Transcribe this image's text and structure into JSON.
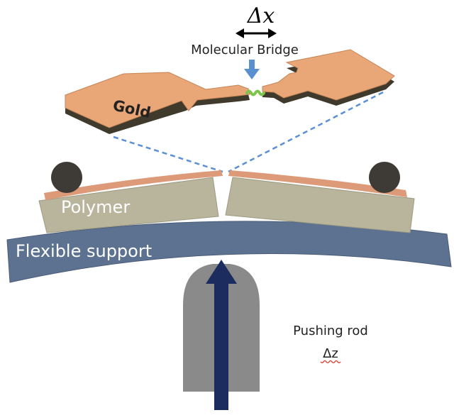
{
  "labels": {
    "delta_x": "Δx",
    "molecular_bridge": "Molecular Bridge",
    "gold": "Gold",
    "polymer": "Polymer",
    "flexible_support": "Flexible support",
    "pushing_rod": "Pushing rod",
    "delta_z": "Δz"
  },
  "colors": {
    "gold_top": "#e9a677",
    "gold_side": "#3f3a2c",
    "bridge": "#7cc44a",
    "dashed": "#5b8fd6",
    "bridge_arrow": "#5a8fd0",
    "ball": "#3e3a35",
    "copper_layer": "#dd9a78",
    "polymer": "#b8b59c",
    "support": "#5d7291",
    "rod_housing": "#8a8a8a",
    "rod_arrow": "#1c2c5e",
    "squiggle": "#e03a2a"
  }
}
